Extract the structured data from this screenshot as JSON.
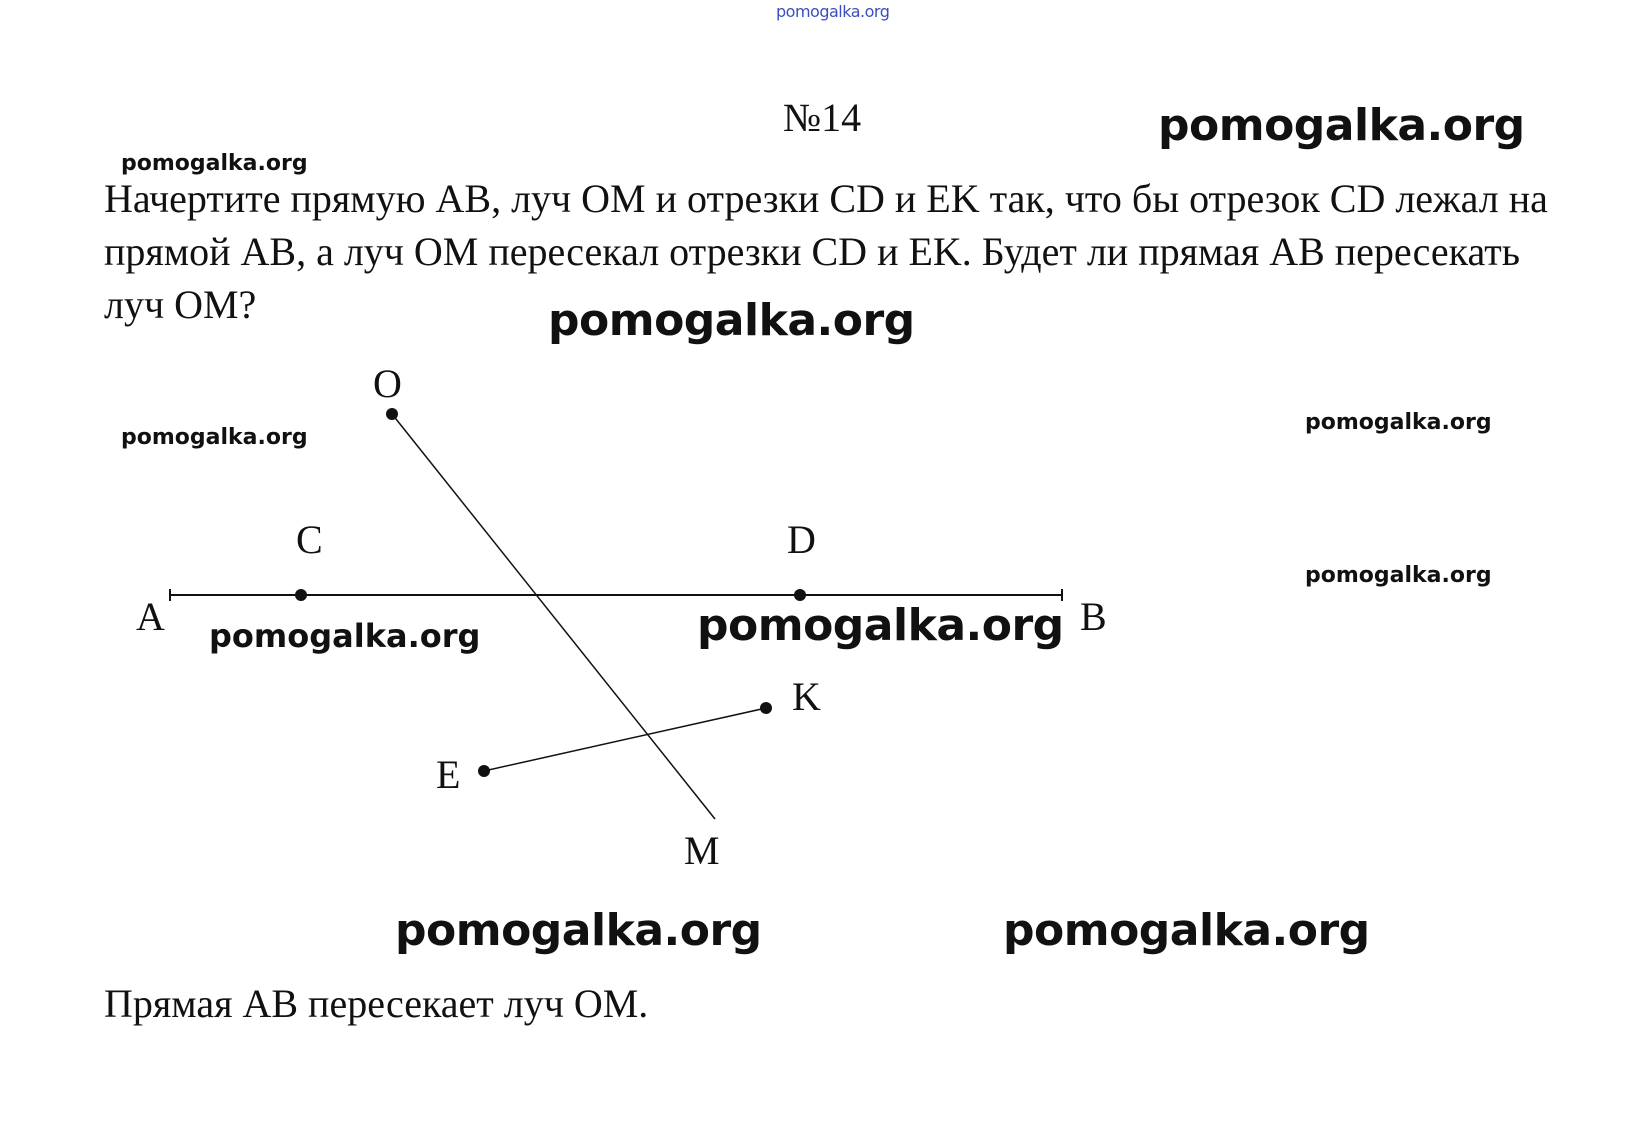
{
  "watermark": "pomogalka.org",
  "problem": {
    "number": "№14",
    "text": "Начертите прямую AB, луч OM и отрезки CD и EK так, что бы отрезок CD лежал на прямой AB, а луч OM пересекал отрезки CD и EK. Будет ли прямая AB пересекать луч OM?"
  },
  "figure": {
    "labels": {
      "O": "O",
      "C": "C",
      "D": "D",
      "A": "A",
      "B": "B",
      "K": "K",
      "E": "E",
      "M": "M"
    },
    "colors": {
      "ink": "#111111"
    }
  },
  "answer": "Прямая AB пересекает луч OM."
}
